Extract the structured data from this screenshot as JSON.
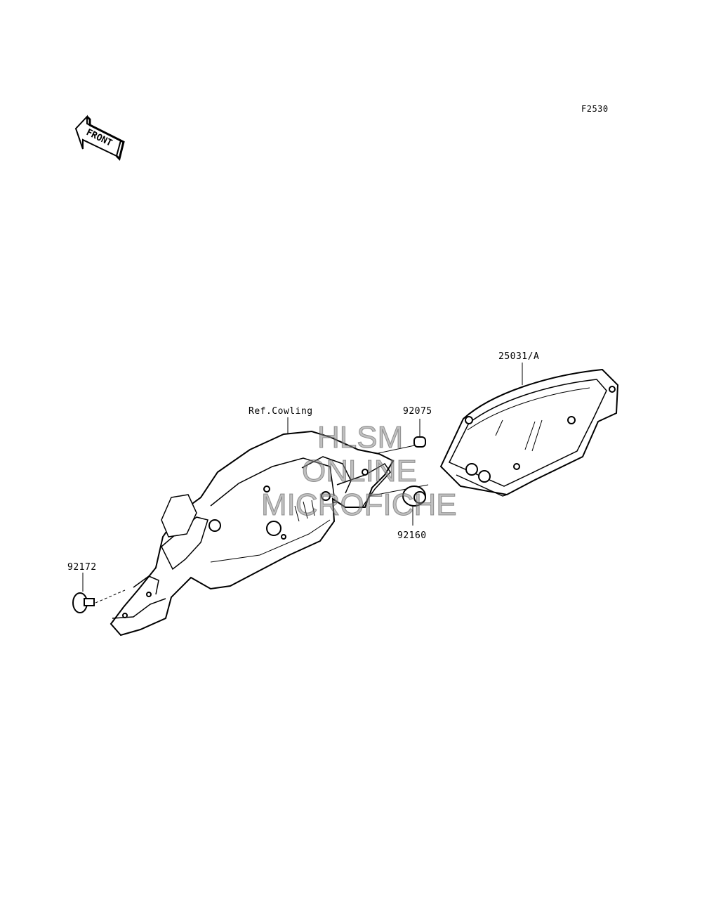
{
  "diagram": {
    "figure_code": "F2530",
    "front_arrow_text": "FRONT",
    "parts": {
      "meter_assembly": "25031/A",
      "ref_cowling": "Ref.Cowling",
      "grommet_small": "92075",
      "damper_rubber": "92160",
      "bolt": "92172"
    },
    "watermark": [
      "HLSM",
      "ONLINE",
      "MICROFICHE"
    ],
    "colors": {
      "line": "#000000",
      "background": "#ffffff",
      "watermark": "#8c8c8c"
    }
  }
}
